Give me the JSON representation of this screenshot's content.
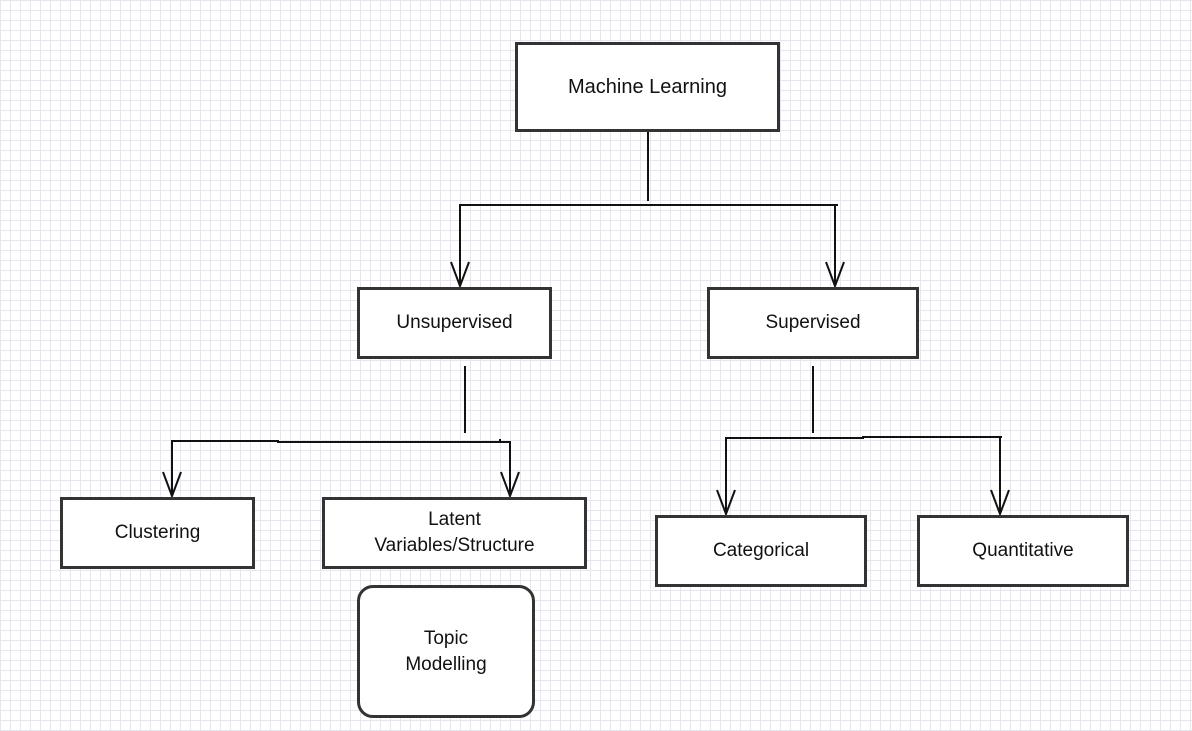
{
  "diagram": {
    "nodes": {
      "machine_learning": "Machine Learning",
      "unsupervised": "Unsupervised",
      "supervised": "Supervised",
      "clustering": "Clustering",
      "latent": "Latent\nVariables/Structure",
      "categorical": "Categorical",
      "quantitative": "Quantitative",
      "topic_modelling": "Topic\nModelling"
    },
    "edges": [
      {
        "from": "machine_learning",
        "to": "unsupervised"
      },
      {
        "from": "machine_learning",
        "to": "supervised"
      },
      {
        "from": "unsupervised",
        "to": "clustering"
      },
      {
        "from": "unsupervised",
        "to": "latent"
      },
      {
        "from": "supervised",
        "to": "categorical"
      },
      {
        "from": "supervised",
        "to": "quantitative"
      }
    ],
    "colors": {
      "border": "#333333",
      "line": "#111111",
      "grid": "#e6e6ef",
      "background": "#ffffff"
    }
  }
}
